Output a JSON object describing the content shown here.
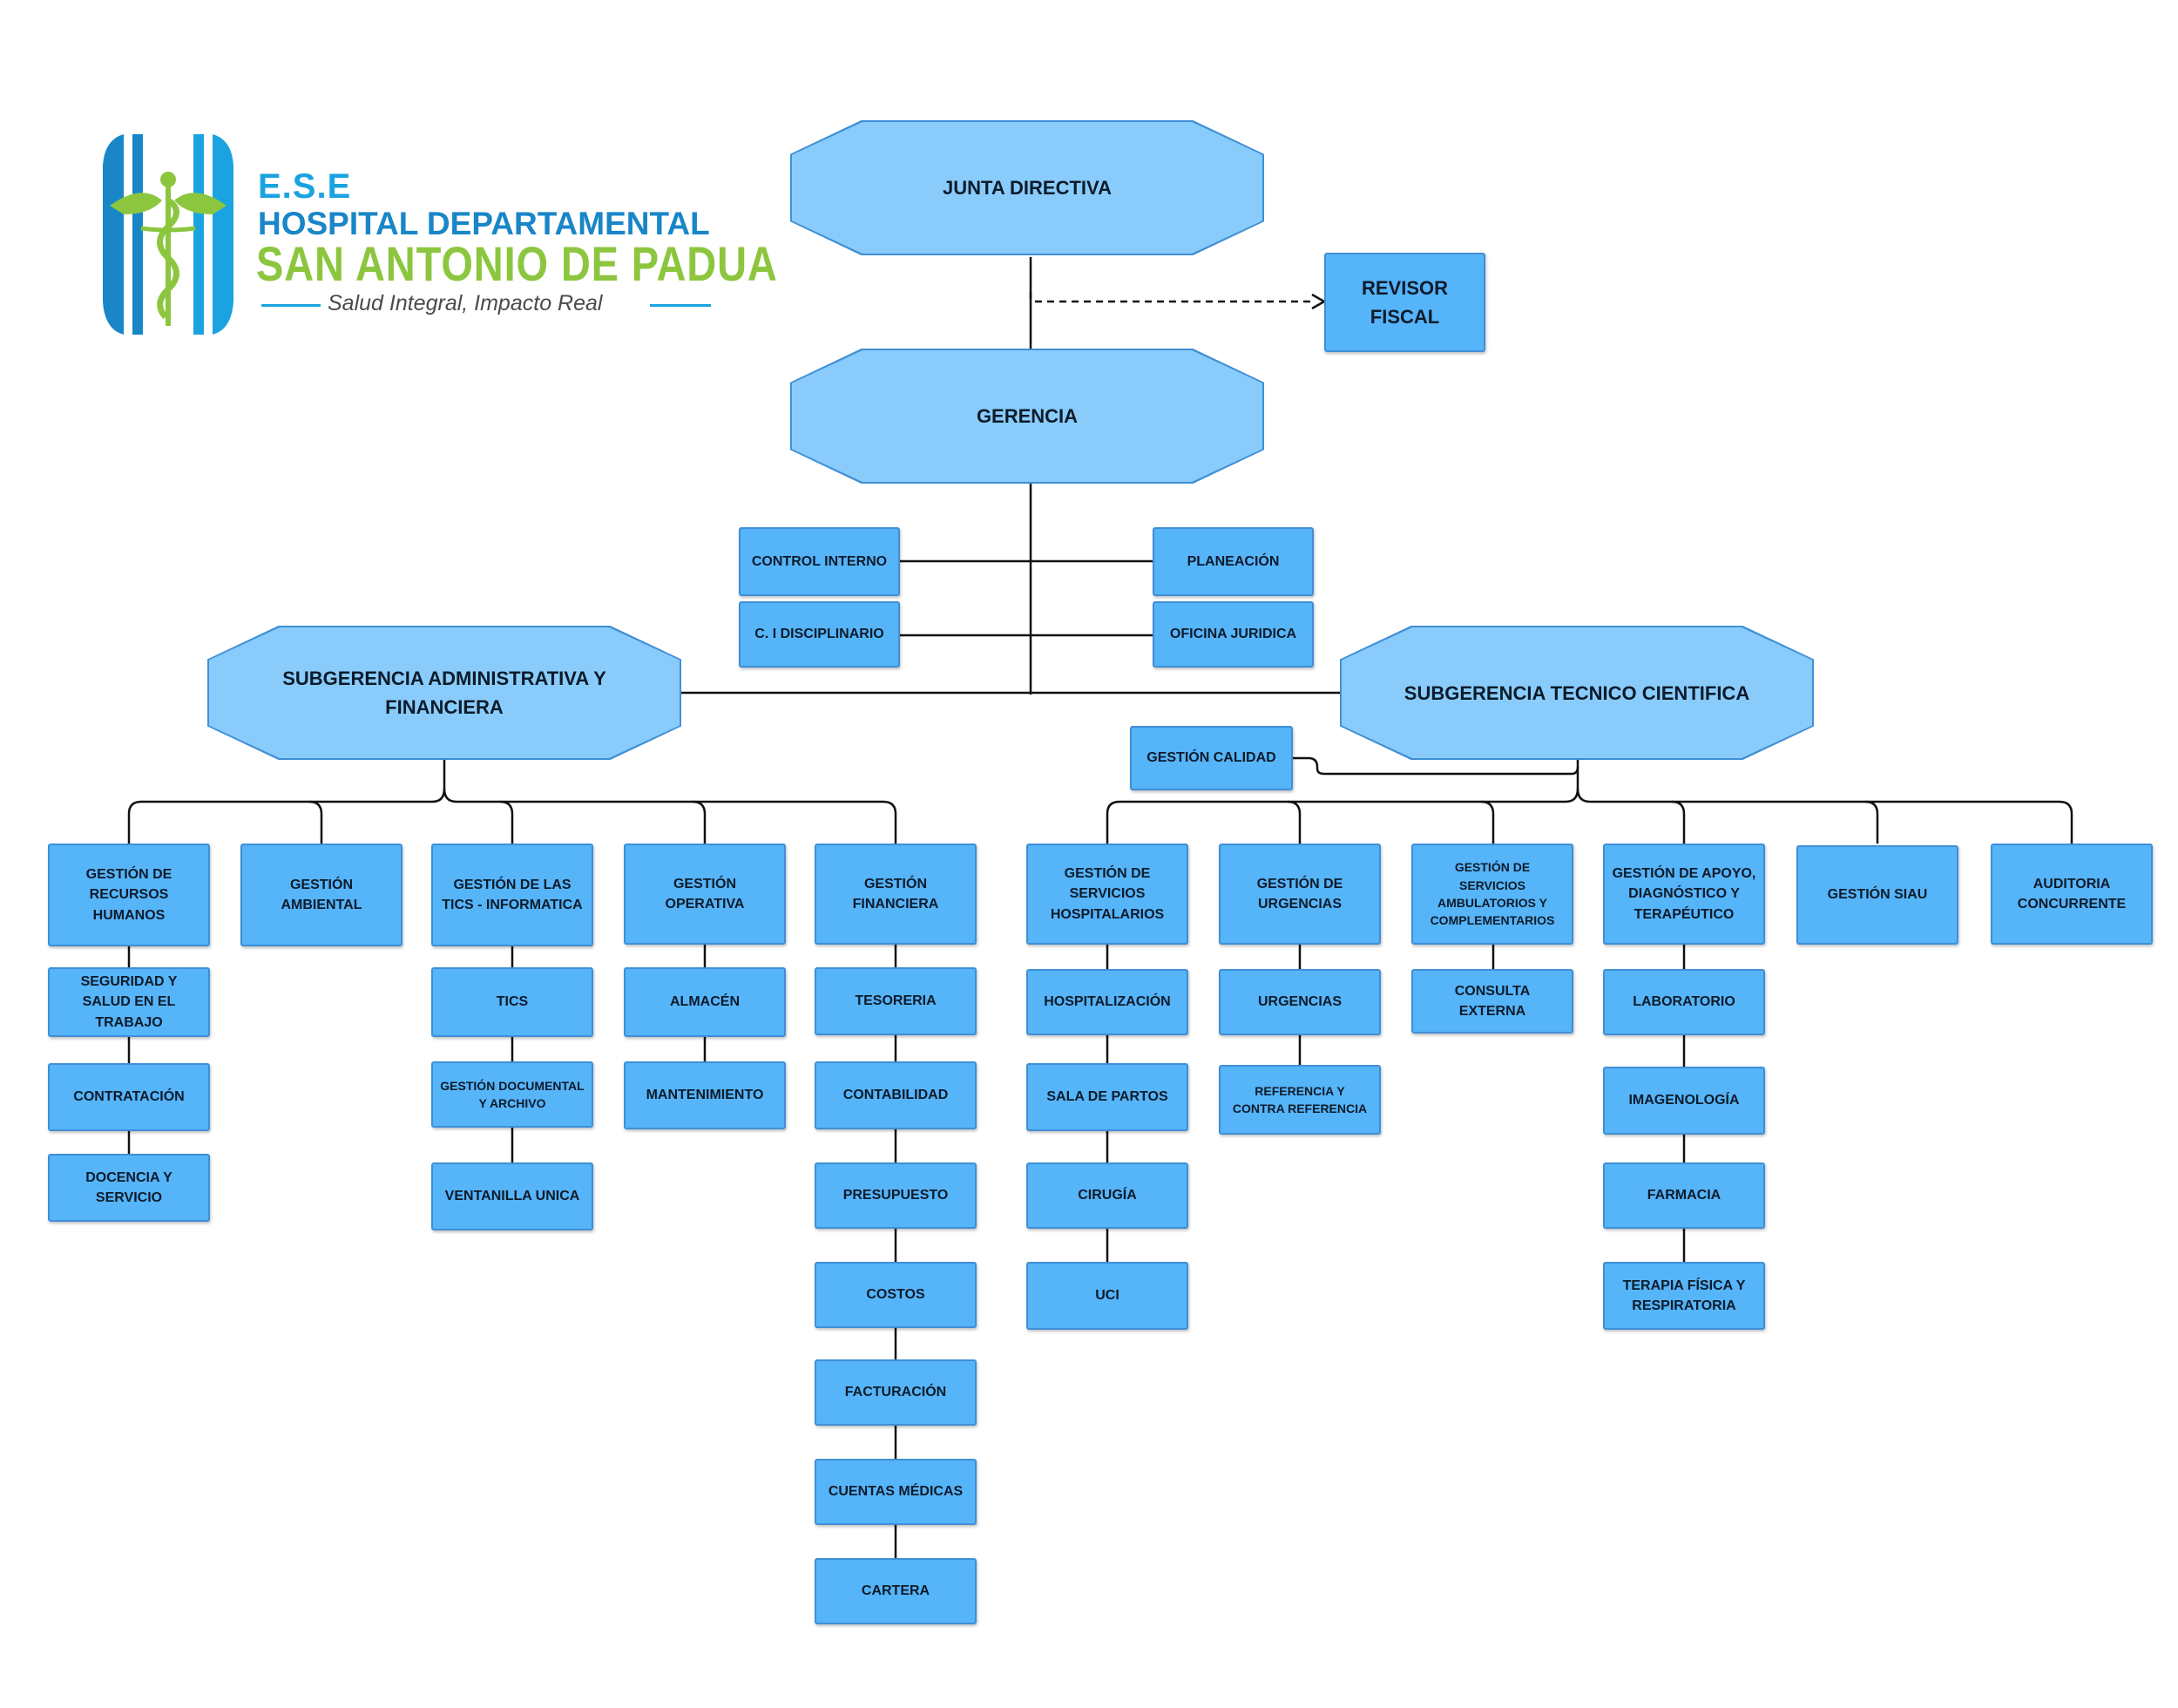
{
  "logo": {
    "ese": "E.S.E",
    "hospital": "HOSPITAL DEPARTAMENTAL",
    "name": "SAN ANTONIO DE PADUA",
    "slogan": "Salud Integral, Impacto Real",
    "colors": {
      "blue": "#1986c8",
      "light_blue": "#1aa3e0",
      "green": "#8cc63f"
    },
    "icon": "caduceus-icon"
  },
  "top": {
    "junta": "JUNTA DIRECTIVA",
    "revisor": "REVISOR FISCAL",
    "gerencia": "GERENCIA",
    "control_interno": "CONTROL INTERNO",
    "ci_disciplinario": "C. I DISCIPLINARIO",
    "planeacion": "PLANEACIÓN",
    "oficina_juridica": "OFICINA JURIDICA"
  },
  "subgerencias": {
    "admin": "SUBGERENCIA ADMINISTRATIVA Y FINANCIERA",
    "tecnico": "SUBGERENCIA TECNICO CIENTIFICA",
    "calidad": "GESTIÓN CALIDAD"
  },
  "admin_cols": [
    {
      "head": "GESTIÓN DE RECURSOS HUMANOS",
      "items": [
        "SEGURIDAD Y SALUD EN EL TRABAJO",
        "CONTRATACIÓN",
        "DOCENCIA Y SERVICIO"
      ]
    },
    {
      "head": "GESTIÓN AMBIENTAL",
      "items": []
    },
    {
      "head": "GESTIÓN DE LAS TICS - INFORMATICA",
      "items": [
        "TICS",
        "GESTIÓN DOCUMENTAL Y ARCHIVO",
        "VENTANILLA UNICA"
      ]
    },
    {
      "head": "GESTIÓN OPERATIVA",
      "items": [
        "ALMACÉN",
        "MANTENIMIENTO"
      ]
    },
    {
      "head": "GESTIÓN FINANCIERA",
      "items": [
        "TESORERIA",
        "CONTABILIDAD",
        "PRESUPUESTO",
        "COSTOS",
        "FACTURACIÓN",
        "CUENTAS MÉDICAS",
        "CARTERA"
      ]
    }
  ],
  "tech_cols": [
    {
      "head": "GESTIÓN DE SERVICIOS HOSPITALARIOS",
      "items": [
        "HOSPITALIZACIÓN",
        "SALA DE PARTOS",
        "CIRUGÍA",
        "UCI"
      ]
    },
    {
      "head": "GESTIÓN DE URGENCIAS",
      "items": [
        "URGENCIAS",
        "REFERENCIA Y CONTRA REFERENCIA"
      ]
    },
    {
      "head": "GESTIÓN DE SERVICIOS AMBULATORIOS Y COMPLEMENTARIOS",
      "items": [
        "CONSULTA EXTERNA"
      ]
    },
    {
      "head": "GESTIÓN DE APOYO, DIAGNÓSTICO Y TERAPÉUTICO",
      "items": [
        "LABORATORIO",
        "IMAGENOLOGÍA",
        "FARMACIA",
        "TERAPIA FÍSICA Y RESPIRATORIA"
      ]
    },
    {
      "head": "GESTIÓN SIAU",
      "items": []
    },
    {
      "head": "AUDITORIA CONCURRENTE",
      "items": []
    }
  ]
}
